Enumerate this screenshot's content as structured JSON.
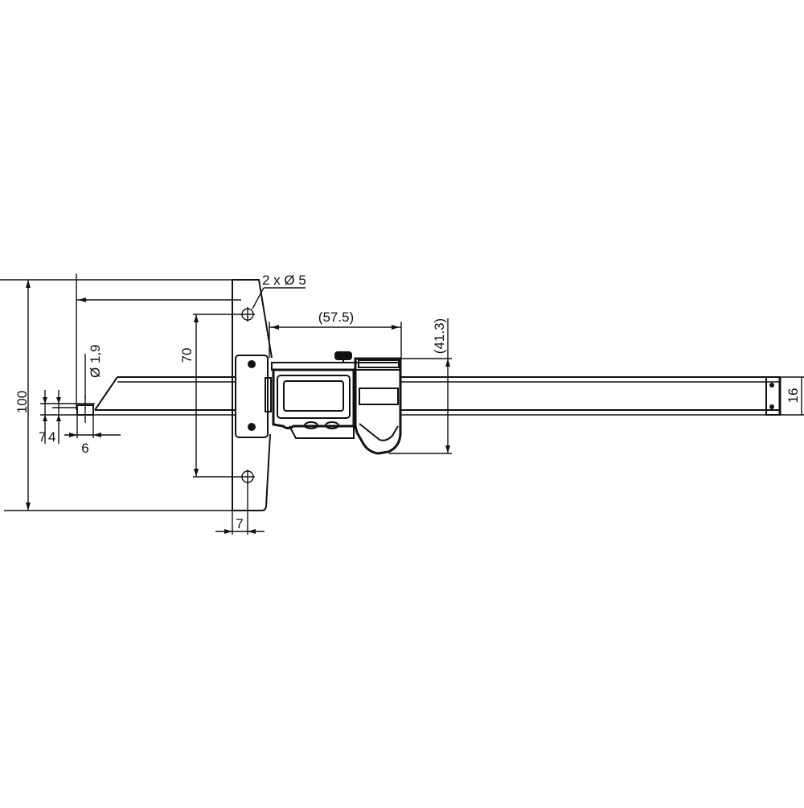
{
  "drawing": {
    "subject": "digital depth caliper dimension drawing",
    "line_color": "#111111",
    "background": "#ffffff",
    "dimensions": {
      "overall_height": "100",
      "hole_spacing": "70",
      "holes": "2 x Ø 5",
      "display_width": "(57.5)",
      "body_height": "(41.3)",
      "beam_height": "16",
      "base_thickness": "7",
      "hook_diameter": "Ø 1,9",
      "hook_offset_a": "7",
      "hook_offset_b": "4",
      "hook_length": "6"
    }
  }
}
